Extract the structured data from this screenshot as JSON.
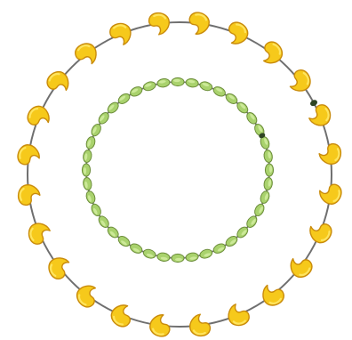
{
  "illustration": {
    "background_color": "#ffffff",
    "string_color": "#6f6f6f",
    "outer_ring": {
      "bead_shape": "comma-shaped yellow bead",
      "bead_count": 24,
      "fill_color": "#f6c91b",
      "edge_color": "#c98b0b",
      "highlight_color": "#ffe766",
      "dark_marker_count": 1,
      "dark_marker_color": "#2e4423"
    },
    "inner_ring": {
      "bead_shape": "round green bead",
      "bead_count": 40,
      "fill_color": "#a9d26d",
      "edge_color": "#6c8d3a",
      "highlight_color": "#d4efa3",
      "dark_marker_count": 1,
      "dark_marker_color": "#2e4423"
    }
  }
}
